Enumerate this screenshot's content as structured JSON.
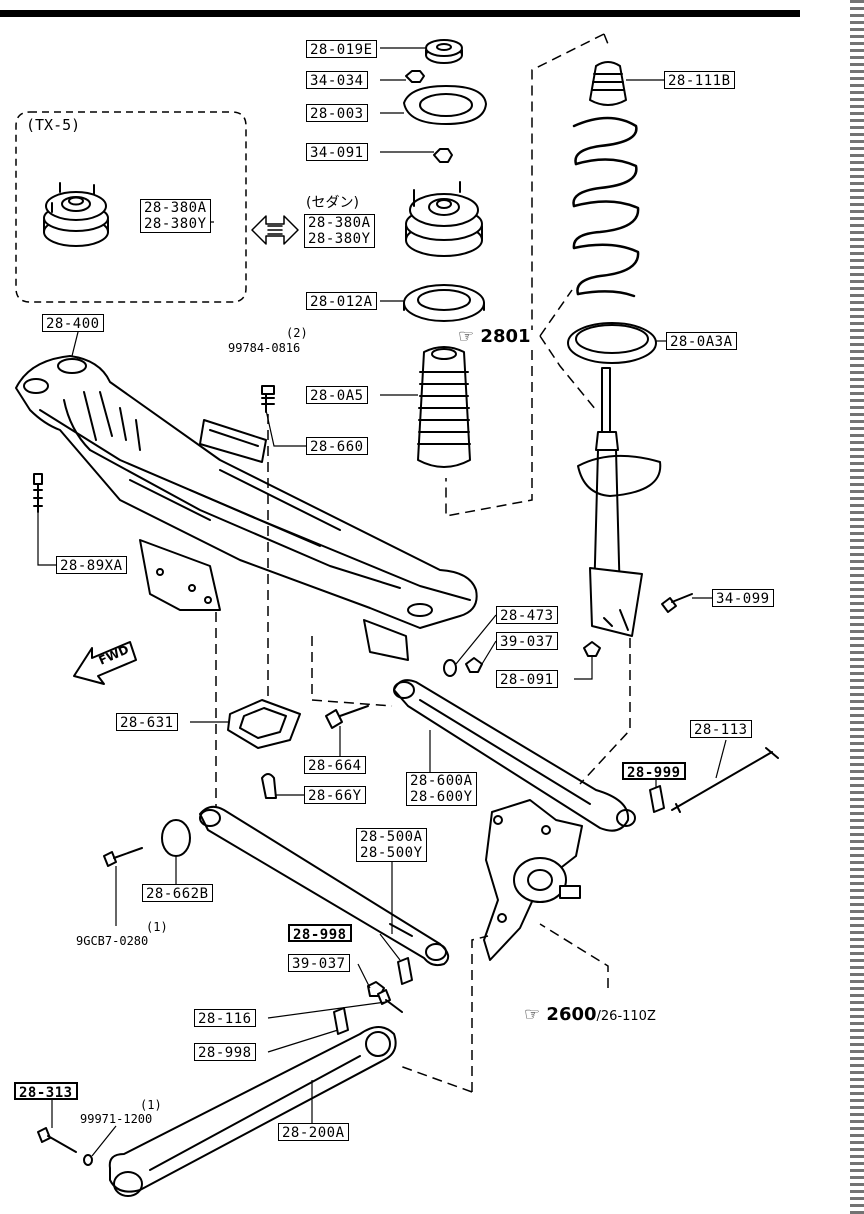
{
  "variants": {
    "tx5": "(TX-5)",
    "sedan": "(セダン)"
  },
  "parts": {
    "p28_019E": "28-019E",
    "p34_034": "34-034",
    "p28_003": "28-003",
    "p34_091": "34-091",
    "p28_380A": "28-380A",
    "p28_380Y": "28-380Y",
    "p28_012A": "28-012A",
    "p28_111B": "28-111B",
    "p28_0A3A": "28-0A3A",
    "p28_400": "28-400",
    "p99784_0816": "99784-0816",
    "p99784_qty": "(2)",
    "p28_0A5": "28-0A5",
    "p28_660": "28-660",
    "p28_89XA": "28-89XA",
    "p28_473": "28-473",
    "p39_037": "39-037",
    "p28_091": "28-091",
    "p34_099": "34-099",
    "p28_631": "28-631",
    "p28_664": "28-664",
    "p28_66Y": "28-66Y",
    "p28_600A": "28-600A",
    "p28_600Y": "28-600Y",
    "p28_113": "28-113",
    "p28_999": "28-999",
    "p28_662B": "28-662B",
    "p28_500A": "28-500A",
    "p28_500Y": "28-500Y",
    "p9GCB7_0280": "9GCB7-0280",
    "p9GCB7_qty": "(1)",
    "p28_998": "28-998",
    "p28_116": "28-116",
    "p28_313": "28-313",
    "p99971_1200": "99971-1200",
    "p99971_qty": "(1)",
    "p28_200A": "28-200A"
  },
  "refs": {
    "r2801": "2801",
    "r2600": "2600",
    "r2600_sub": "/26-110Z"
  },
  "fwd": "FWD"
}
